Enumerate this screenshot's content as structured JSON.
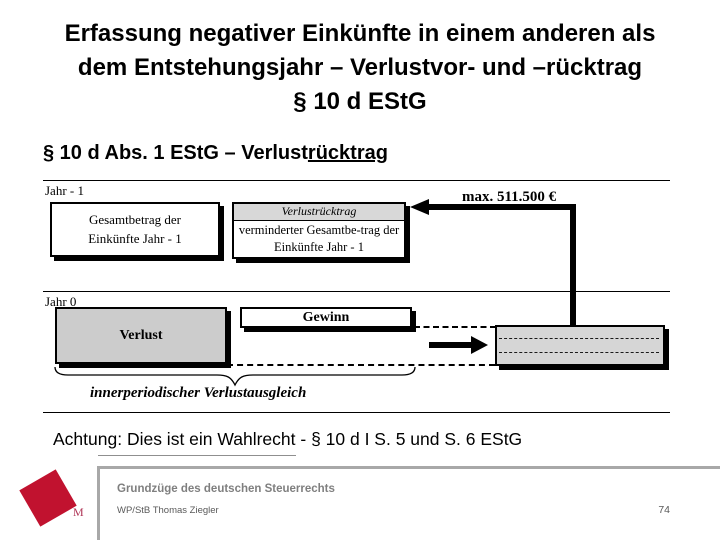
{
  "slide": {
    "title": {
      "line1": "Erfassung negativer Einkünfte in einem anderen als",
      "line2": "dem Entstehungsjahr – Verlustvor- und –rücktrag",
      "line3": "§ 10 d EStG"
    },
    "subtitle": {
      "text_before": "§ 10 d Abs. 1 EStG – Verlust",
      "text_underlined": "rücktrag"
    },
    "diagram": {
      "year_top_label": "Jahr - 1",
      "year_bottom_label": "Jahr 0",
      "gesamtbetrag_box": "Gesamtbetrag der Einkünfte Jahr - 1",
      "verlustruecktrag_header": "Verlustrücktrag",
      "vermindert_box": "verminderter Gesamtbe-trag der Einkünfte Jahr - 1",
      "max_amount": "max. 511.500 €",
      "verlust_box": "Verlust",
      "gewinn_box": "Gewinn",
      "brace_label": "innerperiodischer Verlustausgleich"
    },
    "note": "Achtung: Dies ist ein Wahlrecht - § 10 d I S. 5 und S. 6 EStG",
    "footer": {
      "course_title": "Grundzüge des deutschen Steuerrechts",
      "author": "WP/StB Thomas Ziegler",
      "page_number": "74",
      "logo_letter": "M"
    },
    "colors": {
      "logo_red": "#c1122f",
      "logo_letter_red": "#b03758",
      "verlust_box_gray": "#cccccc",
      "remaining_box_gray": "#d6d6d6",
      "header_strip_gray": "#d8d8d8",
      "footer_course_gray": "#7f7f7f",
      "footer_text_gray": "#595959",
      "footer_border_gray": "#a8a8a8"
    }
  }
}
